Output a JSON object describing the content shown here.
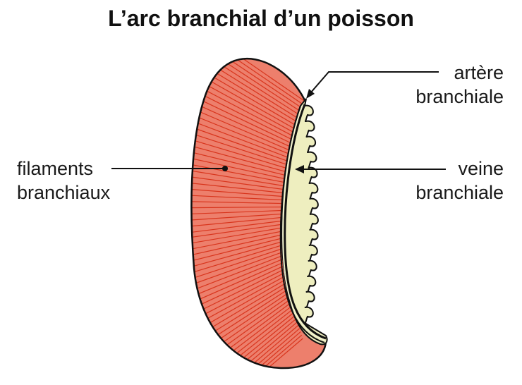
{
  "title": "L’arc branchial d’un poisson",
  "labels": {
    "filaments": {
      "line1": "filaments",
      "line2": "branchiaux"
    },
    "artere": {
      "line1": "artère",
      "line2": "branchiale"
    },
    "veine": {
      "line1": "veine",
      "line2": "branchiale"
    }
  },
  "colors": {
    "filament_fill": "#ed7f6c",
    "filament_line": "#d8351d",
    "arch_fill": "#eeeebf",
    "outline": "#111111"
  }
}
